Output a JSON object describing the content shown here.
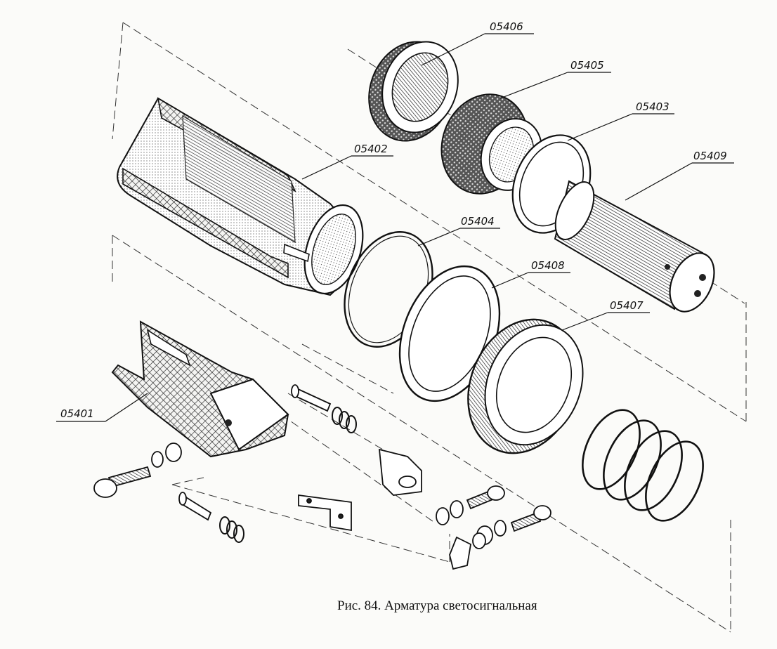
{
  "caption": "Рис. 84. Арматура светосигнальная",
  "parts": {
    "p05406": "05406",
    "p05405": "05405",
    "p05403": "05403",
    "p05409": "05409",
    "p05402": "05402",
    "p05404": "05404",
    "p05408": "05408",
    "p05407": "05407",
    "p05401": "05401"
  },
  "colors": {
    "ink": "#111111",
    "paper": "#fbfbf9"
  }
}
